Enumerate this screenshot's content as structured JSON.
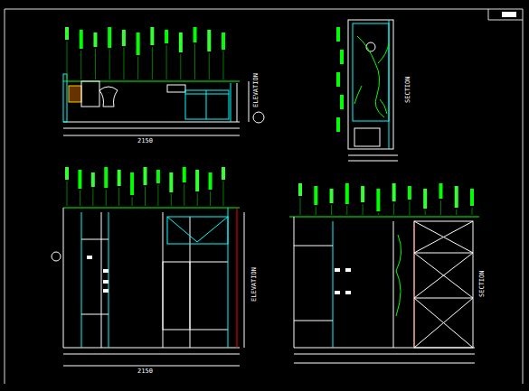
{
  "diagram": {
    "labels": [
      "2150",
      "ELEVATION",
      "SECTION",
      "2150",
      "ELEVATION",
      "SECTION"
    ]
  }
}
